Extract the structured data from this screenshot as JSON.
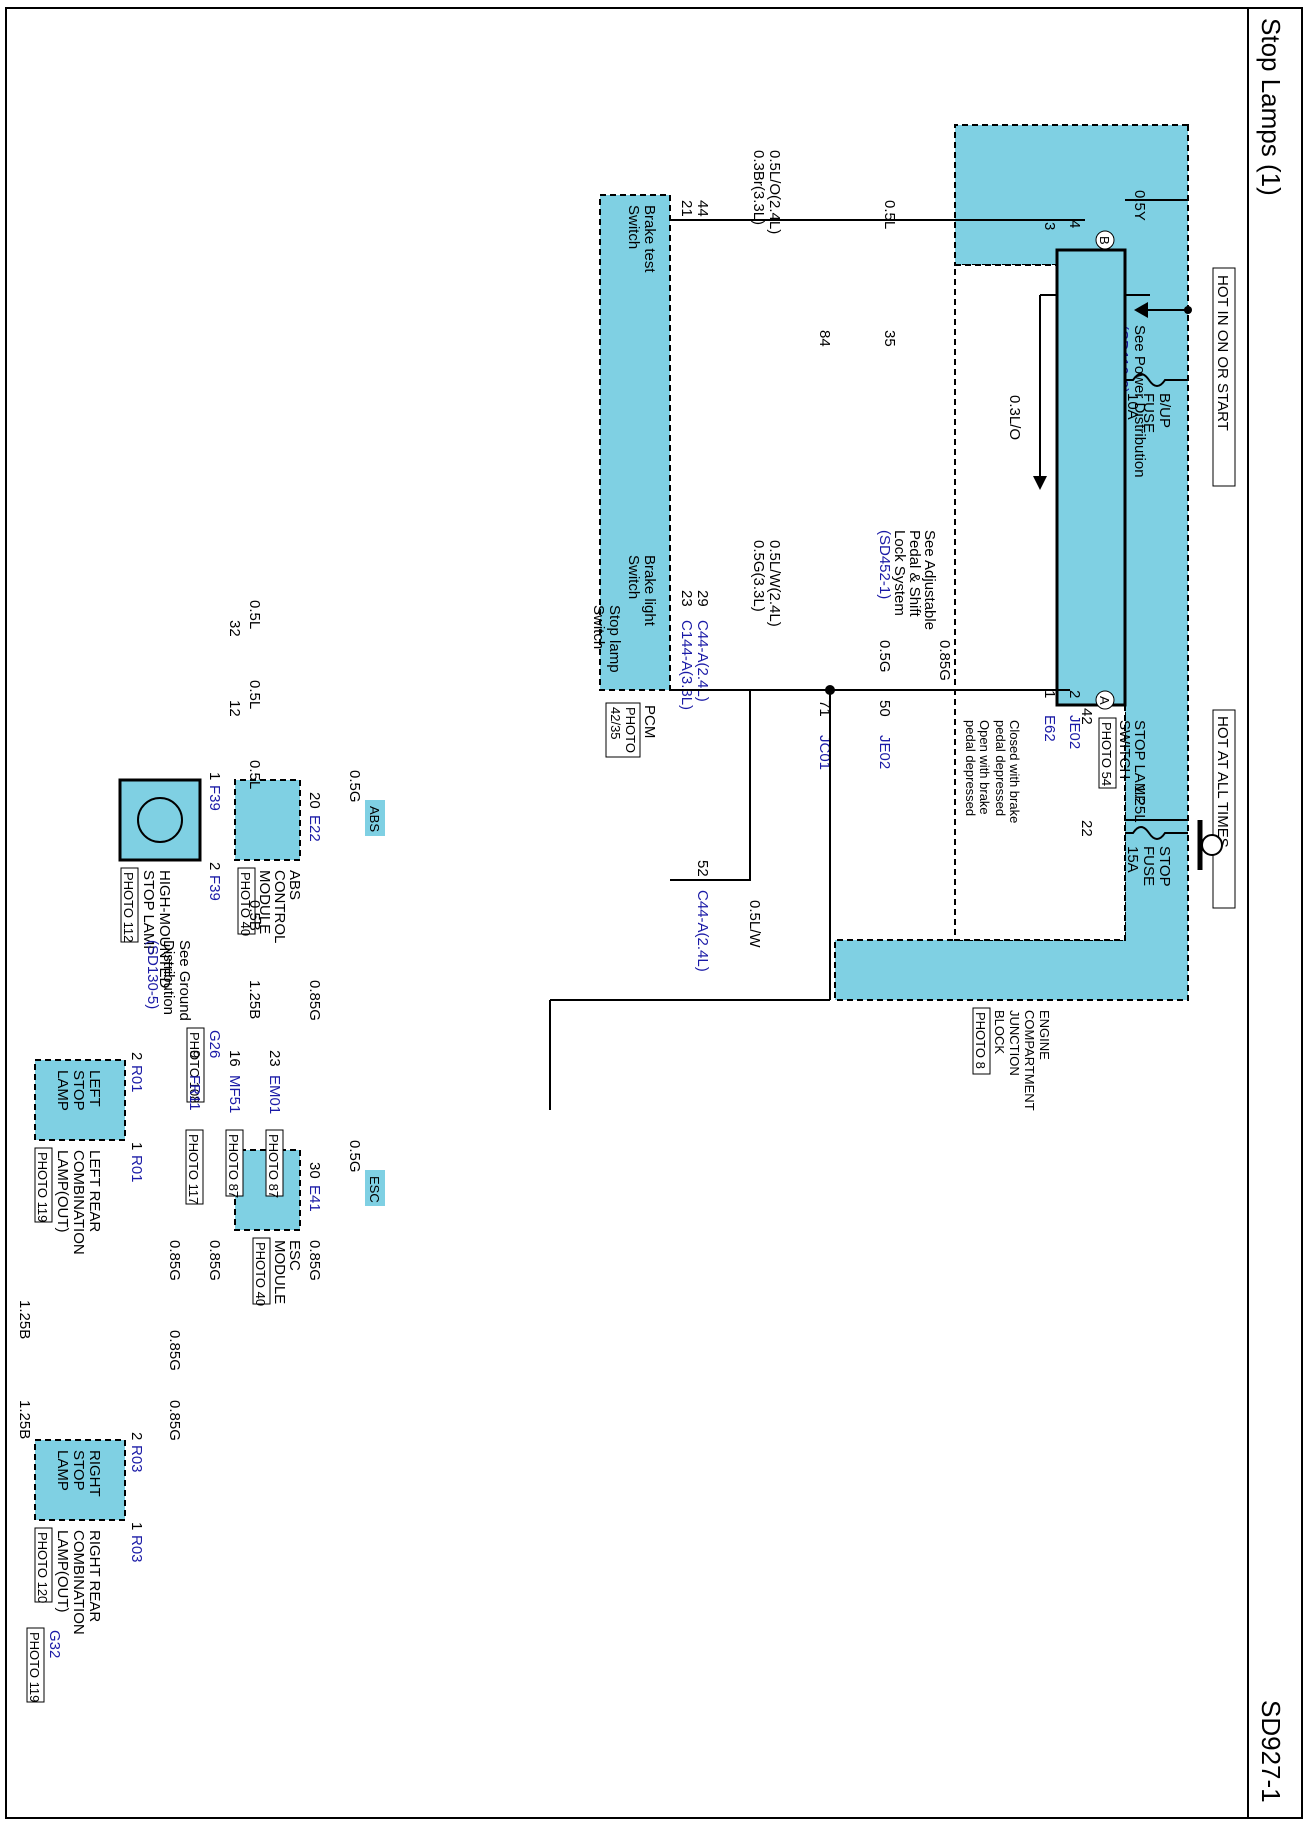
{
  "header": {
    "title": "Stop Lamps (1)",
    "page_code": "SD927-1"
  },
  "colors": {
    "block_fill": "#7fd0e3",
    "wire": "#000000",
    "connector_text": "#1a1aa6"
  },
  "power": {
    "hot_run": "HOT IN ON OR START",
    "hot_all": "HOT AT ALL TIMES",
    "see_power": "See Power Distribution",
    "see_power_ref": "(SD110-8)",
    "fuse1_l1": "B/UP",
    "fuse1_l2": "FUSE",
    "fuse1_l3": "10A",
    "fuse2_l1": "STOP",
    "fuse2_l2": "FUSE",
    "fuse2_l3": "15A",
    "ecjb_l1": "ENGINE",
    "ecjb_l2": "COMPARTMENT",
    "ecjb_l3": "JUNCTION",
    "ecjb_l4": "BLOCK",
    "ecjb_photo": "PHOTO 8"
  },
  "stop_switch": {
    "l1": "STOP LAMP",
    "l2": "SWITCH",
    "photo": "PHOTO 54",
    "noteA1": "Closed with brake",
    "noteA2": "pedal depressed",
    "noteB1": "Open with brake",
    "noteB2": "pedal depressed",
    "markA": "A",
    "markB": "B",
    "see_adj1": "See Adjustable",
    "see_adj2": "Pedal & Shift",
    "see_adj3": "Lock System",
    "see_adj_ref": "(SD452-1)"
  },
  "pins": {
    "p42": "42",
    "p4": "4",
    "p3": "3",
    "p35": "35",
    "p84": "84",
    "p44": "44",
    "p21": "21",
    "p22": "22",
    "p2": "2",
    "p1": "1",
    "p50": "50",
    "p71": "71",
    "p29": "29",
    "p23": "23",
    "p52": "52",
    "p20": "20",
    "p30": "30",
    "p32": "32",
    "p12": "12",
    "hm1": "1",
    "hm2": "2",
    "p23b": "23",
    "p16": "16",
    "p9": "9",
    "lr2": "2",
    "lr1": "1",
    "rr2": "2",
    "rr1": "1"
  },
  "wires": {
    "w_05y": "0.5Y",
    "w_05l_a": "0.5L",
    "w_05lo": "0.5L/O(2.4L)",
    "w_03br": "0.3Br(3.3L)",
    "w_03lo": "0.3L/O",
    "w_125l": "1.25L",
    "w_085g_a": "0.85G",
    "w_05g_a": "0.5G",
    "w_05lw": "0.5L/W(2.4L)",
    "w_05g33": "0.5G(3.3L)",
    "w_05lw_b": "0.5L/W",
    "w_abs": "0.5G",
    "w_esc": "0.5G",
    "w_05l_1": "0.5L",
    "w_05l_2": "0.5L",
    "w_05l_3": "0.5L",
    "w_05b": "0.5B",
    "w_125b_a": "1.25B",
    "w_085g_1": "0.85G",
    "w_085g_2": "0.85G",
    "w_085g_3": "0.85G",
    "w_085g_4": "0.85G",
    "w_085g_5": "0.85G",
    "w_085g_6": "0.85G",
    "w_125b_b": "1.25B",
    "w_125b_c": "1.25B"
  },
  "connectors": {
    "je02": "JE02",
    "e62": "E62",
    "jc01": "JC01",
    "c44a_24": "C44-A(2.4L)",
    "c144a_33": "C144-A(3.3L)",
    "c44a_24b": "C44-A(2.4L)",
    "e22": "E22",
    "e41": "E41",
    "f39a": "F39",
    "f39b": "F39",
    "em01": "EM01",
    "mf51": "MF51",
    "fr11": "FR11",
    "r01a": "R01",
    "r01b": "R01",
    "r03a": "R03",
    "r03b": "R03",
    "g26": "G26",
    "g32": "G32"
  },
  "modules": {
    "abs_l1": "ABS",
    "abs_l2": "CONTROL",
    "abs_l3": "MODULE",
    "abs_photo": "PHOTO 40",
    "abs_tag": "ABS",
    "esc_l1": "ESC",
    "esc_l2": "MODULE",
    "esc_photo": "PHOTO 40",
    "esc_tag": "ESC",
    "pcm": "PCM",
    "pcm_photo1": "PHOTO",
    "pcm_photo2": "42/35",
    "brake_test1": "Brake test",
    "brake_test2": "Switch",
    "brake_light1": "Brake light",
    "brake_light2": "Switch",
    "stop_sw1": "Stop lamp",
    "stop_sw2": "Switch"
  },
  "lamps": {
    "hm_l1": "HIGH-MOUNTED",
    "hm_l2": "STOP LAMP",
    "hm_photo": "PHOTO 112",
    "see_ground1": "See Ground",
    "see_ground2": "Distribution",
    "see_ground_ref": "(SD130-5)",
    "g26_photo": "PHOTO 108",
    "g32_photo": "PHOTO 119",
    "em01_photo": "PHOTO 87",
    "mf51_photo": "PHOTO 87",
    "fr11_photo": "PHOTO 117",
    "left_in1": "LEFT",
    "left_in2": "STOP",
    "left_in3": "LAMP",
    "left_l1": "LEFT REAR",
    "left_l2": "COMBINATION",
    "left_l3": "LAMP(OUT)",
    "left_photo": "PHOTO 119",
    "right_in1": "RIGHT",
    "right_in2": "STOP",
    "right_in3": "LAMP",
    "right_l1": "RIGHT REAR",
    "right_l2": "COMBINATION",
    "right_l3": "LAMP(OUT)",
    "right_photo": "PHOTO 120"
  }
}
